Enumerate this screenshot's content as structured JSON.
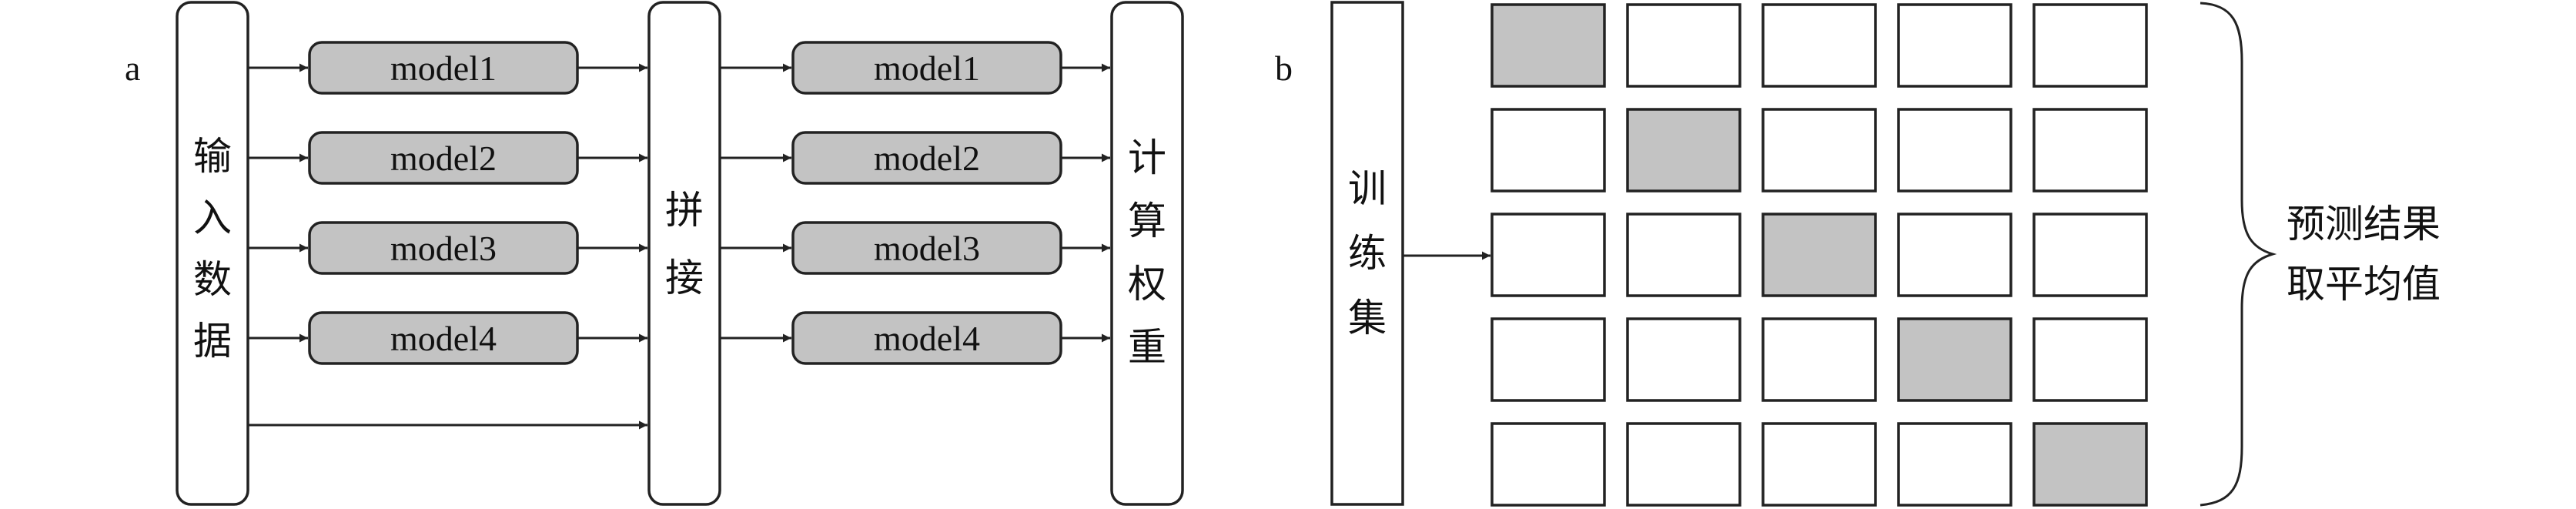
{
  "panel_a": {
    "label": "a",
    "input_label": [
      "输",
      "入",
      "数",
      "据"
    ],
    "concat_label": [
      "拼",
      "接"
    ],
    "weight_label": [
      "计",
      "算",
      "权",
      "重"
    ],
    "models_left": [
      "model1",
      "model2",
      "model3",
      "model4"
    ],
    "models_right": [
      "model1",
      "model2",
      "model3",
      "model4"
    ]
  },
  "panel_b": {
    "label": "b",
    "train_label": [
      "训",
      "练",
      "集"
    ],
    "grid_rows": 5,
    "grid_cols": 5,
    "brace_label": [
      "预测结果",
      "取平均值"
    ]
  },
  "colors": {
    "stroke": "#222222",
    "fill_gray": "#c3c3c3"
  }
}
